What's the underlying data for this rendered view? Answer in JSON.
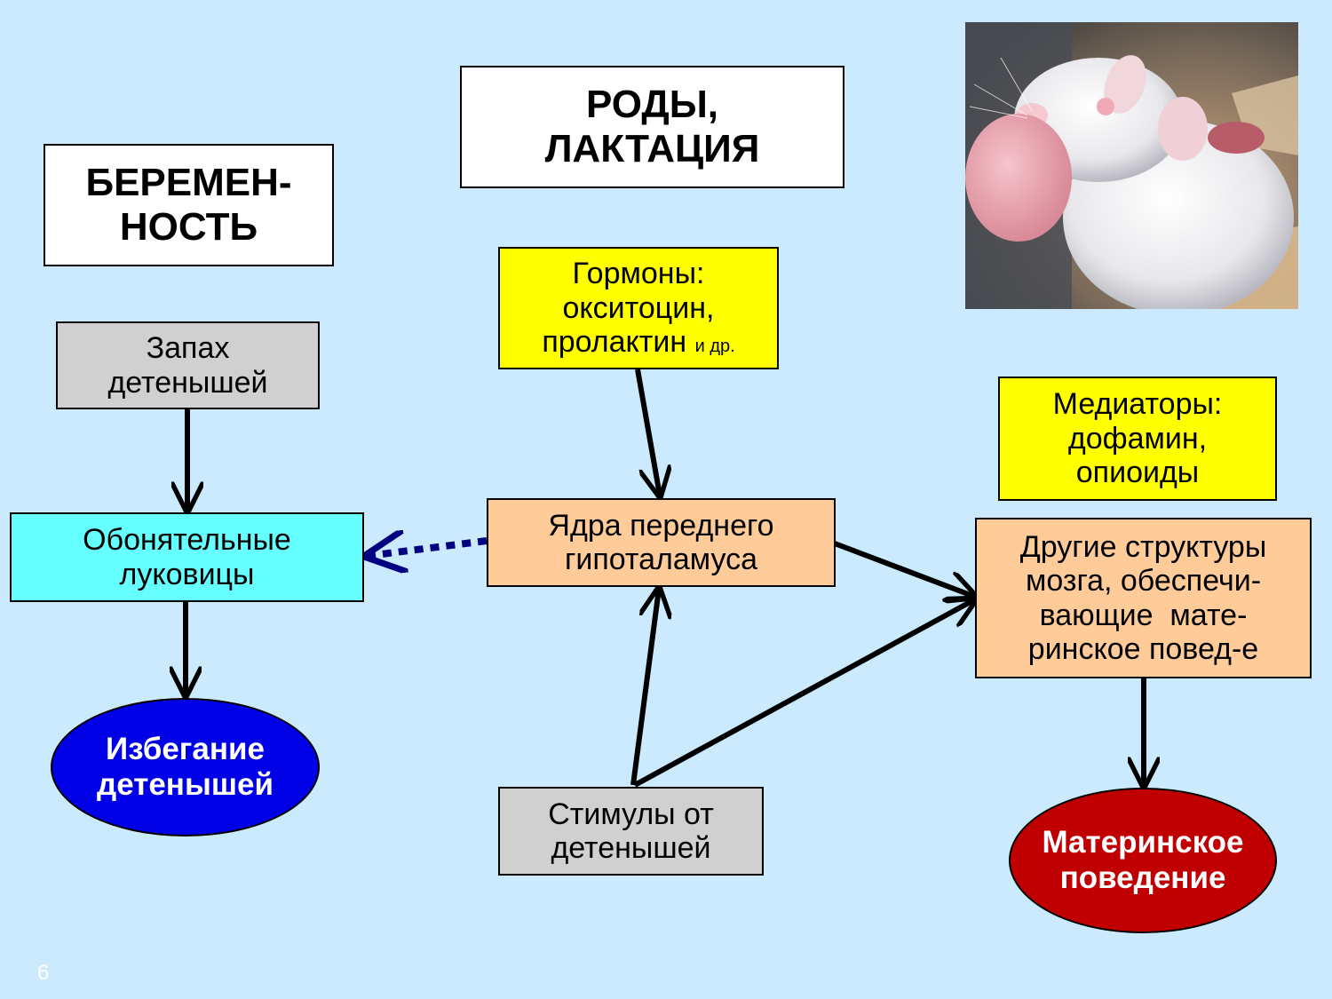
{
  "titles": {
    "pregnancy": [
      "БЕРЕМЕН-",
      "НОСТЬ"
    ],
    "birth": [
      "РОДЫ,",
      "ЛАКТАЦИЯ"
    ]
  },
  "nodes": {
    "pup_odor": [
      "Запах",
      "детенышей"
    ],
    "olfactory_bulbs": [
      "Обонятельные",
      "луковицы"
    ],
    "avoidance": [
      "Избегание",
      "детенышей"
    ],
    "hormones": {
      "lines": [
        "Гормоны:",
        "окситоцин,",
        "пролактин"
      ],
      "small": "и др."
    },
    "hypothalamus": [
      "Ядра переднего",
      "гипоталамуса"
    ],
    "pup_stimuli": [
      "Стимулы от",
      "детенышей"
    ],
    "mediators": [
      "Медиаторы:",
      "дофамин,",
      "опиоиды"
    ],
    "other_structures": [
      "Другие структуры",
      "мозга, обеспечи-",
      "вающие  мате-",
      "ринское повед-е"
    ],
    "maternal_behavior": [
      "Материнское",
      "поведение"
    ]
  },
  "page_number": "6",
  "colors": {
    "background": "#cbeafd",
    "gray_box": "#d0d0d0",
    "yellow_box": "#ffff00",
    "peach_box": "#ffcc99",
    "cyan_box": "#66ffff",
    "blue_ellipse": "#0000e6",
    "red_ellipse": "#c00000",
    "dotted_arrow": "#000080"
  },
  "icons": {
    "photo": "white-rat-with-pup-photo"
  }
}
